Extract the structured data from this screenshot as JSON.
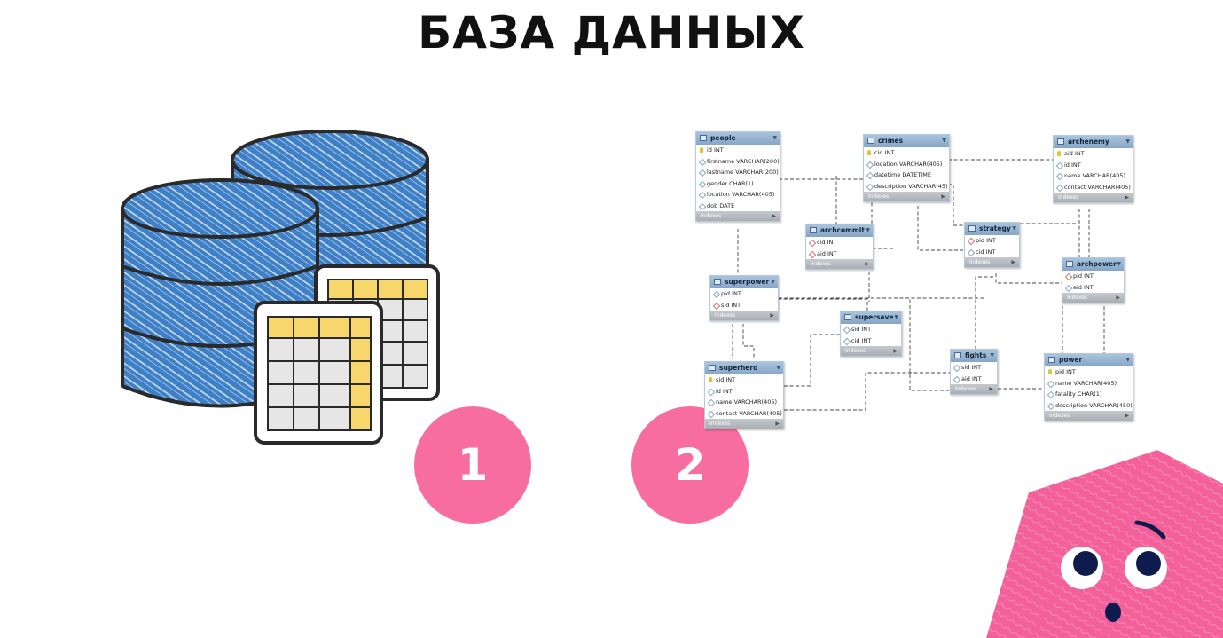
{
  "title": "БАЗА ДАННЫХ",
  "badges": [
    "1",
    "2"
  ],
  "colors": {
    "accent_pink": "#f76d9f",
    "db_blue": "#3f7fc6",
    "cell_yellow": "#f7d66b"
  },
  "erd": {
    "tables": [
      {
        "name": "people",
        "columns": [
          {
            "t": "id INT",
            "k": "pk"
          },
          {
            "t": "firstname VARCHAR(200)"
          },
          {
            "t": "lastname VARCHAR(200)"
          },
          {
            "t": "gender CHAR(1)"
          },
          {
            "t": "location VARCHAR(405)"
          },
          {
            "t": "dob DATE"
          }
        ],
        "footer": "Indexes"
      },
      {
        "name": "crimes",
        "columns": [
          {
            "t": "cid INT",
            "k": "pk"
          },
          {
            "t": "location VARCHAR(405)"
          },
          {
            "t": "datetime DATETIME"
          },
          {
            "t": "description VARCHAR(45)"
          }
        ],
        "footer": "Indexes"
      },
      {
        "name": "archenemy",
        "columns": [
          {
            "t": "aid INT",
            "k": "pk"
          },
          {
            "t": "id INT"
          },
          {
            "t": "name VARCHAR(405)"
          },
          {
            "t": "contact VARCHAR(405)"
          }
        ],
        "footer": "Indexes"
      },
      {
        "name": "archcommit",
        "columns": [
          {
            "t": "cid INT",
            "k": "fk"
          },
          {
            "t": "aid INT",
            "k": "fk"
          }
        ],
        "footer": "Indexes"
      },
      {
        "name": "strategy",
        "columns": [
          {
            "t": "pid INT",
            "k": "fk"
          },
          {
            "t": "cid INT"
          }
        ],
        "footer": "Indexes"
      },
      {
        "name": "superpower",
        "columns": [
          {
            "t": "pid INT"
          },
          {
            "t": "sid INT",
            "k": "fk"
          }
        ],
        "footer": "Indexes"
      },
      {
        "name": "archpower",
        "columns": [
          {
            "t": "pid INT",
            "k": "fk"
          },
          {
            "t": "aid INT"
          }
        ],
        "footer": "Indexes"
      },
      {
        "name": "supersave",
        "columns": [
          {
            "t": "sid INT"
          },
          {
            "t": "cid INT"
          }
        ],
        "footer": "Indexes"
      },
      {
        "name": "superhero",
        "columns": [
          {
            "t": "sid INT",
            "k": "pk"
          },
          {
            "t": "id INT"
          },
          {
            "t": "name VARCHAR(405)"
          },
          {
            "t": "contact VARCHAR(405)"
          }
        ],
        "footer": "Indexes"
      },
      {
        "name": "fights",
        "columns": [
          {
            "t": "sid INT"
          },
          {
            "t": "aid INT"
          }
        ],
        "footer": "Indexes"
      },
      {
        "name": "power",
        "columns": [
          {
            "t": "pid INT",
            "k": "pk"
          },
          {
            "t": "name VARCHAR(405)"
          },
          {
            "t": "fatality CHAR(1)"
          },
          {
            "t": "description VARCHAR(450)"
          }
        ],
        "footer": "Indexes"
      }
    ]
  }
}
